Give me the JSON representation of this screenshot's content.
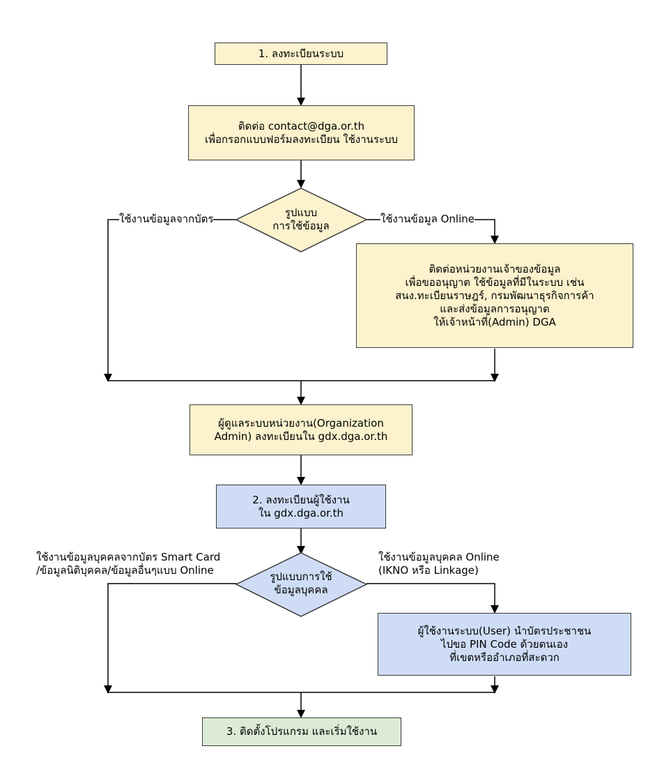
{
  "nodes": {
    "step1": {
      "lines": [
        "1. ลงทะเบียนระบบ"
      ]
    },
    "contact": {
      "lines": [
        "ติดต่อ contact@dga.or.th",
        "เพื่อกรอกแบบฟอร์มลงทะเบียน ใช้งานระบบ"
      ]
    },
    "decision1": {
      "lines": [
        "รูปแบบ",
        "การใช้ข้อมูล"
      ]
    },
    "owner_contact": {
      "lines": [
        "ติดต่อหน่วยงานเจ้าของข้อมูล",
        "เพื่อขออนุญาต ใช้ข้อมูลที่มีในระบบ เช่น",
        "สนง.ทะเบียนราษฎร์, กรมพัฒนาธุรกิจการค้า",
        "และส่งข้อมูลการอนุญาต",
        "ให้เจ้าหน้าที่(Admin) DGA"
      ]
    },
    "org_admin": {
      "lines": [
        "ผู้ดูแลระบบหน่วยงาน(Organization",
        "Admin) ลงทะเบียนใน gdx.dga.or.th"
      ]
    },
    "step2": {
      "lines": [
        "2. ลงทะเบียนผู้ใช้งาน",
        "ใน gdx.dga.or.th"
      ]
    },
    "decision2": {
      "lines": [
        "รูปแบบการใช้",
        "ข้อมูลบุคคล"
      ]
    },
    "user_pin": {
      "lines": [
        "ผู้ใช้งานระบบ(User) นำบัตรประชาชน",
        "ไปขอ PIN Code ด้วยตนเอง",
        "ที่เขตหรืออำเภอที่สะดวก"
      ]
    },
    "step3": {
      "lines": [
        "3. ติดตั้งโปรแกรม และเริ่มใช้งาน"
      ]
    }
  },
  "edge_labels": {
    "d1_left": [
      "ใช้งานข้อมูลจากบัตร"
    ],
    "d1_right": [
      "ใช้งานข้อมูล Online"
    ],
    "d2_left": [
      "ใช้งานข้อมูลบุคคลจากบัตร Smart Card",
      "/ข้อมูลนิติบุคคล/ข้อมูลอื่นๆแบบ Online"
    ],
    "d2_right": [
      "ใช้งานข้อมูลบุคคล Online",
      "(IKNO หรือ  Linkage)"
    ]
  },
  "colors": {
    "process_fill": "#fcf2cd",
    "step2_fill": "#cfdcf6",
    "step3_fill": "#dcebd5",
    "stroke": "#000000"
  }
}
